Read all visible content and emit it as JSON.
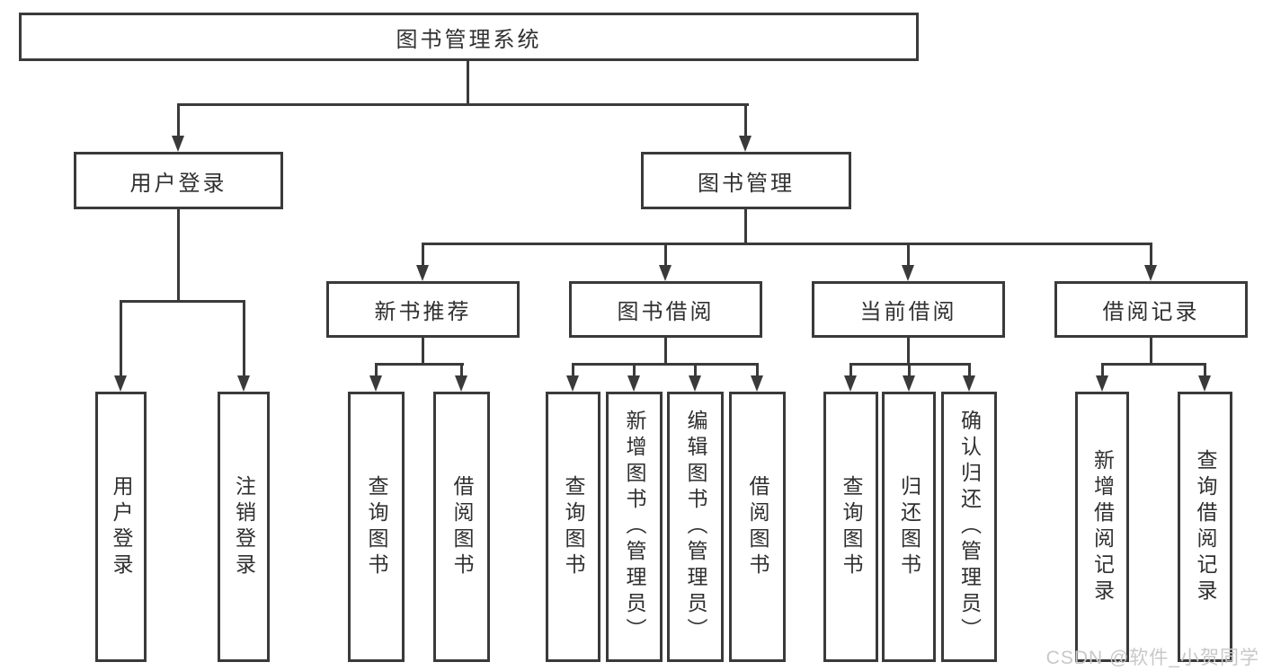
{
  "diagram_type": "function-structure-tree",
  "colors": {
    "line": "#3a3a3a",
    "text": "#303030",
    "box_background": "#ffffff",
    "page_background": "#ffffff",
    "watermark": "#c8c8c8"
  },
  "tree": {
    "root": {
      "label": "图书管理系统",
      "children": [
        {
          "label": "用户登录",
          "children": [
            {
              "label": "用户登录"
            },
            {
              "label": "注销登录"
            }
          ]
        },
        {
          "label": "图书管理",
          "children": [
            {
              "label": "新书推荐",
              "children": [
                {
                  "label": "查询图书"
                },
                {
                  "label": "借阅图书"
                }
              ]
            },
            {
              "label": "图书借阅",
              "children": [
                {
                  "label": "查询图书"
                },
                {
                  "label": "新增图书（管理员）"
                },
                {
                  "label": "编辑图书（管理员）"
                },
                {
                  "label": "借阅图书"
                }
              ]
            },
            {
              "label": "当前借阅",
              "children": [
                {
                  "label": "查询图书"
                },
                {
                  "label": "归还图书"
                },
                {
                  "label": "确认归还（管理员）"
                }
              ]
            },
            {
              "label": "借阅记录",
              "children": [
                {
                  "label": "新增借阅记录"
                },
                {
                  "label": "查询借阅记录"
                }
              ]
            }
          ]
        }
      ]
    }
  },
  "watermark": {
    "text": "CSDN @软件_小贺同学"
  }
}
